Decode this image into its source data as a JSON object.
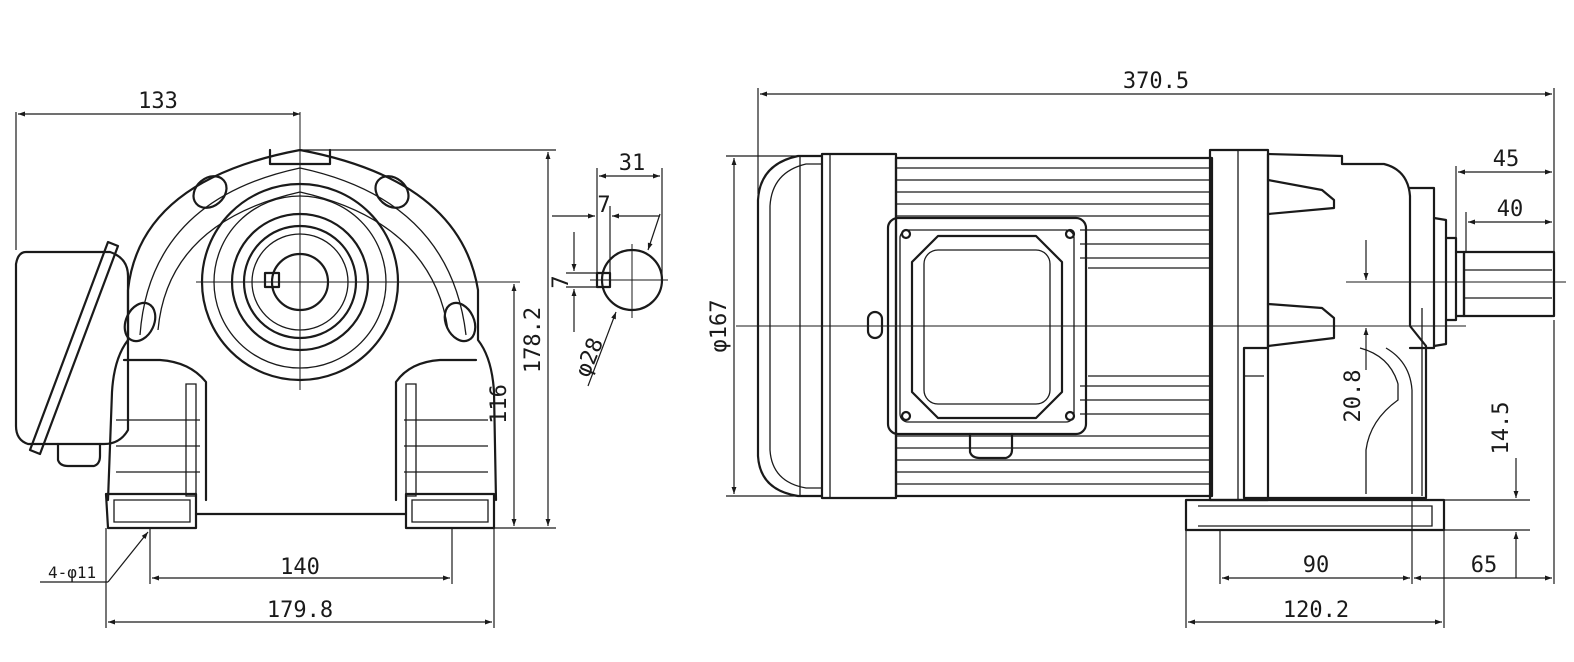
{
  "dimensions": {
    "front_width_133": "133",
    "key_width_31": "31",
    "key_offset_7_h": "7",
    "key_depth_7_v": "7",
    "shaft_dia_28": "φ28",
    "height_178_2": "178.2",
    "shaft_height_116": "116",
    "mount_holes": "4-φ11",
    "hole_spacing_140": "140",
    "base_width_179_8": "179.8",
    "overall_length": "370.5",
    "motor_dia_167": "φ167",
    "shaft_length_45": "45",
    "key_length_40": "40",
    "dim_20_8": "20.8",
    "dim_14_5": "14.5",
    "base_length_90": "90",
    "dim_65": "65",
    "base_length_120_2": "120.2"
  }
}
